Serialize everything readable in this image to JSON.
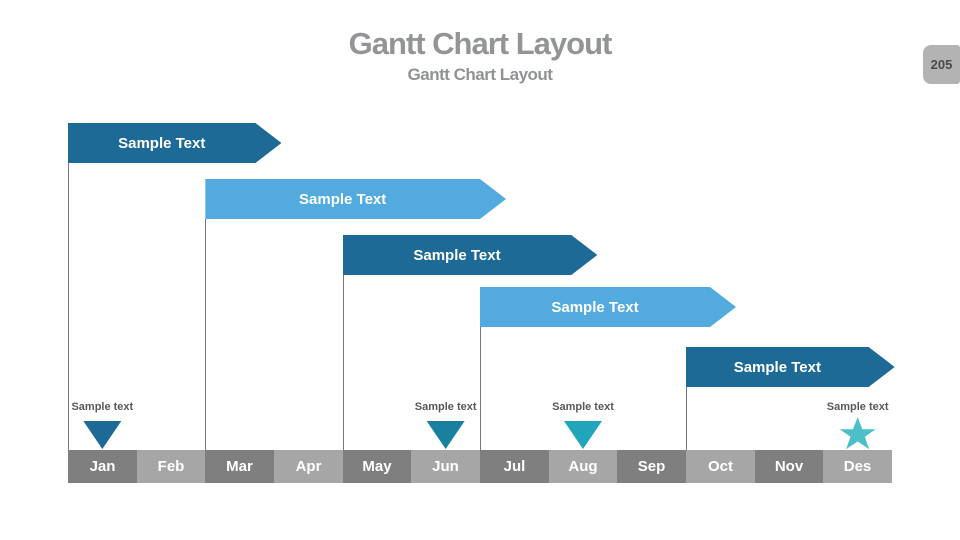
{
  "slide": {
    "title": "Gantt Chart Layout",
    "subtitle": "Gantt Chart Layout",
    "page_number": "205"
  },
  "colors": {
    "bar_dark_blue": "#1e6a96",
    "bar_light_blue": "#52aadf",
    "marker_jan": "#1e6a96",
    "marker_jun": "#1a80a0",
    "marker_aug": "#21a5bb",
    "marker_des_star": "#4cbfc9",
    "month_cell_dark": "#7f7f7f",
    "month_cell_light": "#a6a6a6",
    "title_gray": "#929497",
    "small_label_gray": "#595959",
    "badge_bg": "#b3b3b3"
  },
  "chart_data": {
    "type": "bar",
    "subtype": "gantt",
    "title": "Gantt Chart Layout",
    "categories": [
      "Jan",
      "Feb",
      "Mar",
      "Apr",
      "May",
      "Jun",
      "Jul",
      "Aug",
      "Sep",
      "Oct",
      "Nov",
      "Des"
    ],
    "series": [
      {
        "name": "Sample Text",
        "start_month": "Jan",
        "end_month": "Mar",
        "start": 0,
        "end": 2.73,
        "color": "#1e6a96"
      },
      {
        "name": "Sample Text",
        "start_month": "Mar",
        "end_month": "Jun",
        "start": 2,
        "end": 6.0,
        "color": "#52aadf"
      },
      {
        "name": "Sample Text",
        "start_month": "May",
        "end_month": "Aug",
        "start": 4,
        "end": 7.33,
        "color": "#1e6a96"
      },
      {
        "name": "Sample Text",
        "start_month": "Jul",
        "end_month": "Oct",
        "start": 6,
        "end": 9.35,
        "color": "#52aadf"
      },
      {
        "name": "Sample Text",
        "start_month": "Oct",
        "end_month": "Des",
        "start": 9,
        "end": 11.66,
        "color": "#1e6a96"
      }
    ],
    "milestones": [
      {
        "label": "Sample text",
        "marker": "triangle-down",
        "month": "Jan",
        "position": 0.5,
        "color": "#1e6a96"
      },
      {
        "label": "Sample text",
        "marker": "triangle-down",
        "month": "Jun",
        "position": 5.5,
        "color": "#1a80a0"
      },
      {
        "label": "Sample text",
        "marker": "triangle-down",
        "month": "Aug",
        "position": 7.5,
        "color": "#21a5bb"
      },
      {
        "label": "Sample text",
        "marker": "star",
        "month": "Des",
        "position": 11.5,
        "color": "#4cbfc9"
      }
    ],
    "axis": {
      "month_row_shading": "alternating dark/light starting dark",
      "grid": false,
      "legend": false
    }
  }
}
